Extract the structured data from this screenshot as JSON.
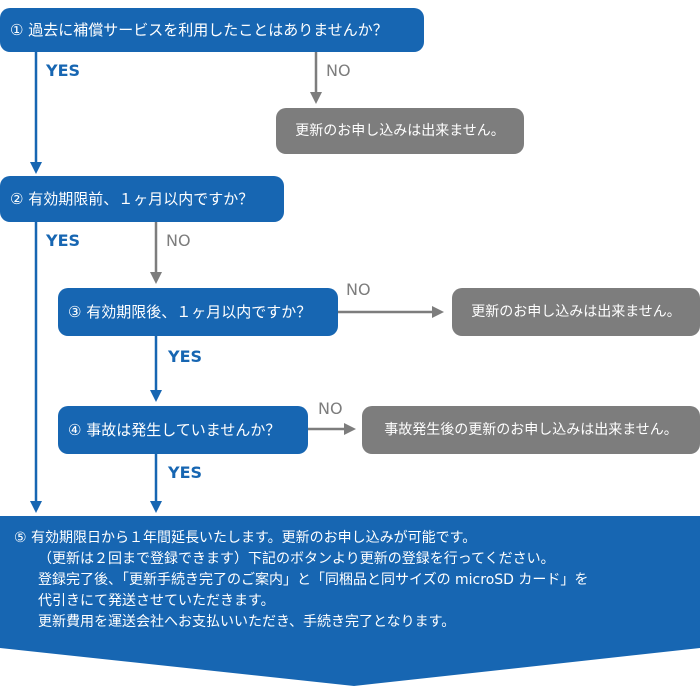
{
  "colors": {
    "blue": "#1766b2",
    "gray": "#7d7d7d"
  },
  "questions": {
    "q1": "① 過去に補償サービスを利用したことはありませんか？",
    "q2": "② 有効期限前、１ヶ月以内ですか？",
    "q3": "③ 有効期限後、１ヶ月以内ですか？",
    "q4": "④ 事故は発生していませんか？"
  },
  "results": {
    "r1": "更新のお申し込みは出来ません。",
    "r2": "更新のお申し込みは出来ません。",
    "r3": "事故発生後の更新のお申し込みは出来ません。"
  },
  "labels": {
    "yes": "YES",
    "no": "NO"
  },
  "final": {
    "line1": "⑤ 有効期限日から１年間延長いたします。更新のお申し込みが可能です。",
    "line2": "（更新は２回まで登録できます）下記のボタンより更新の登録を行ってください。",
    "line3": "登録完了後、「更新手続き完了のご案内」と「同梱品と同サイズの microSD カード」を",
    "line4": "代引きにて発送させていただきます。",
    "line5": "更新費用を運送会社へお支払いいただき、手続き完了となります。"
  }
}
